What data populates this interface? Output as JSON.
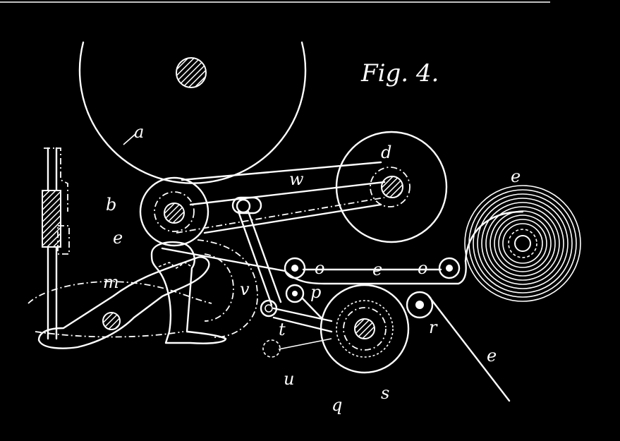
{
  "figure": {
    "title": "Fig. 4.",
    "labels": {
      "a": "a",
      "b": "b",
      "d": "d",
      "e_left": "e",
      "e_mid": "e",
      "e_coil": "e",
      "e_tail": "e",
      "w": "w",
      "o_left": "o",
      "o_right": "o",
      "p": "p",
      "m": "m",
      "v": "v",
      "t": "t",
      "r": "r",
      "u": "u",
      "q": "q",
      "s": "s"
    }
  },
  "colors": {
    "background": "#000000",
    "ink": "#ffffff"
  }
}
